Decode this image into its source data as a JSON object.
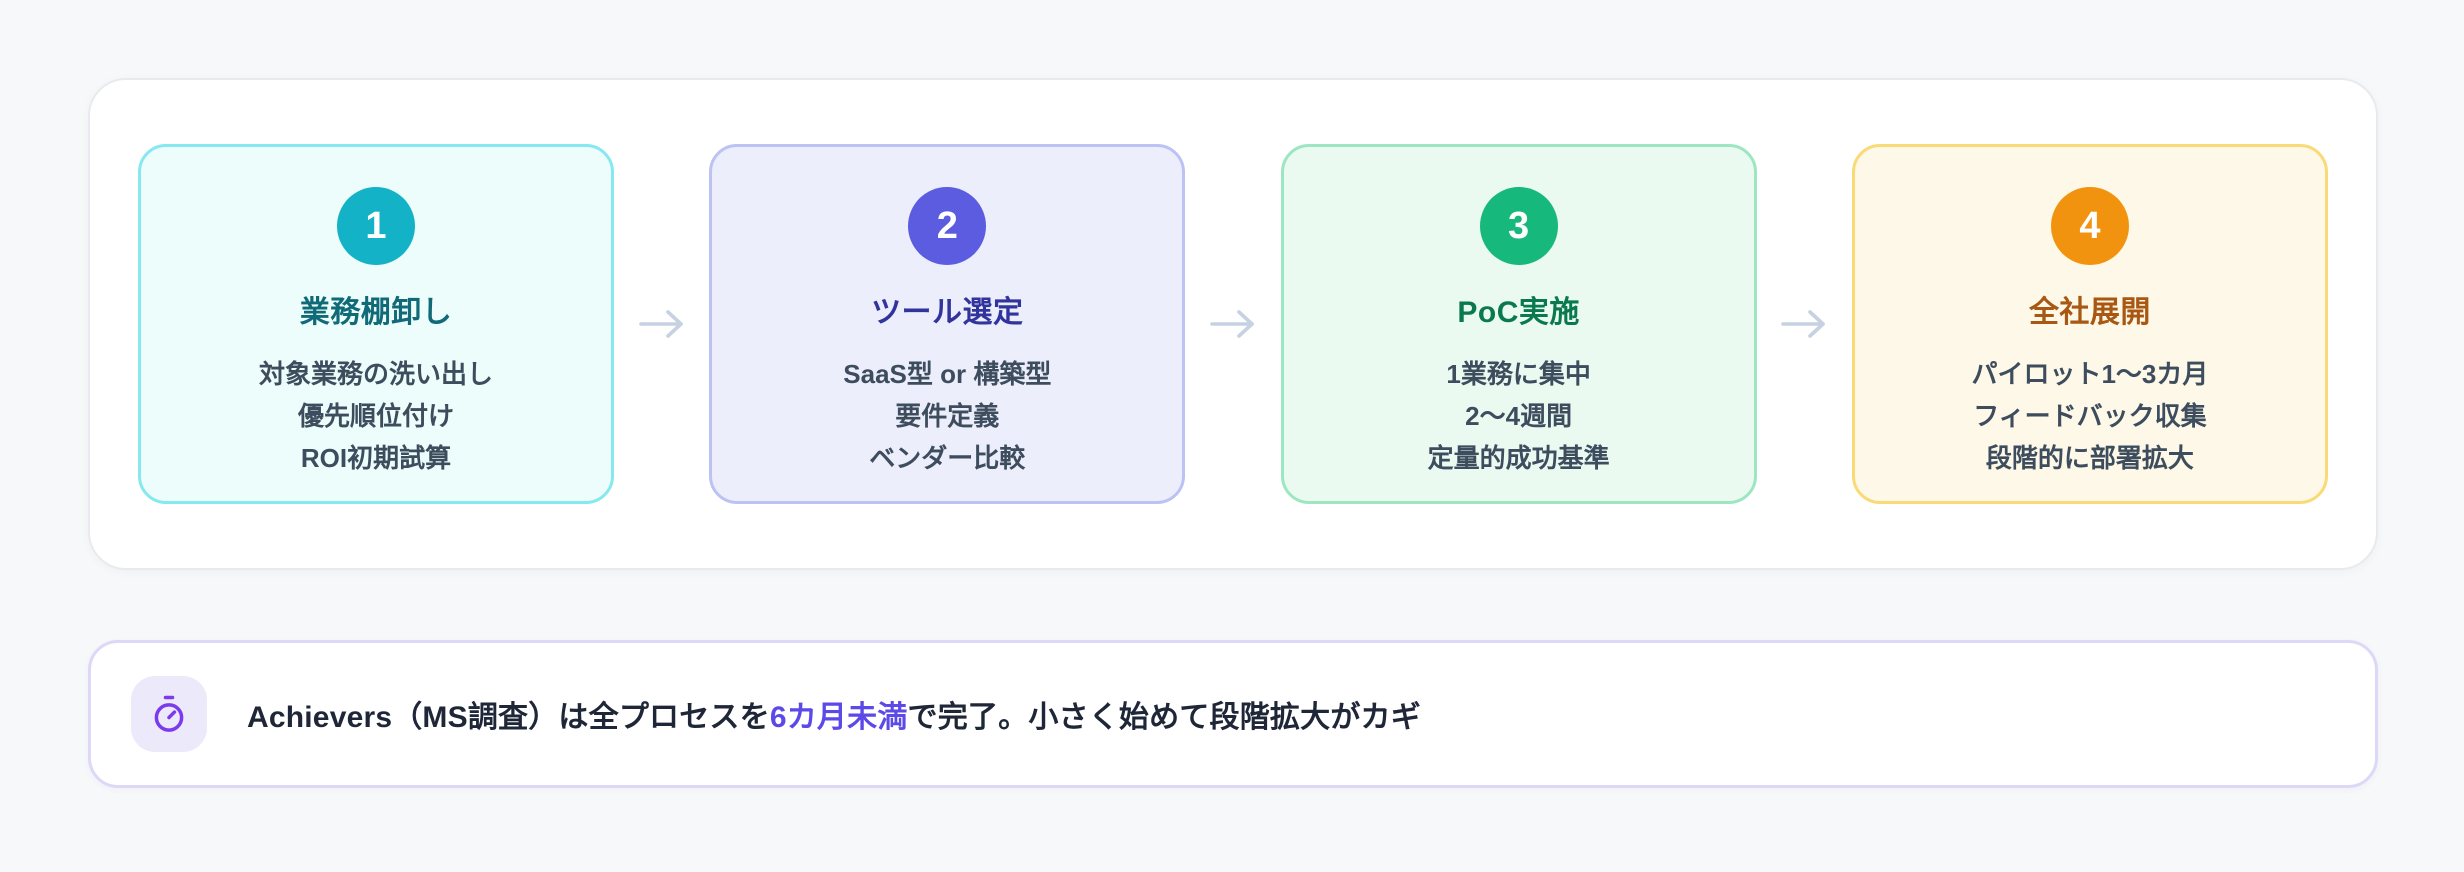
{
  "background_color": "#f7f8fa",
  "flow": {
    "steps": [
      {
        "number": "1",
        "title": "業務棚卸し",
        "lines": [
          "対象業務の洗い出し",
          "優先順位付け",
          "ROI初期試算"
        ],
        "badge_color": "#14b2c6",
        "title_color": "#106a78",
        "card_bg": "#ecfdfc",
        "card_border": "#86e9ef"
      },
      {
        "number": "2",
        "title": "ツール選定",
        "lines": [
          "SaaS型 or 構築型",
          "要件定義",
          "ベンダー比較"
        ],
        "badge_color": "#5b5ce0",
        "title_color": "#32349e",
        "card_bg": "#eceefc",
        "card_border": "#bcc2f4"
      },
      {
        "number": "3",
        "title": "PoC実施",
        "lines": [
          "1業務に集中",
          "2〜4週間",
          "定量的成功基準"
        ],
        "badge_color": "#17b87c",
        "title_color": "#0a7a4e",
        "card_bg": "#eafaf1",
        "card_border": "#9ce6c2"
      },
      {
        "number": "4",
        "title": "全社展開",
        "lines": [
          "パイロット1〜3カ月",
          "フィードバック収集",
          "段階的に部署拡大"
        ],
        "badge_color": "#f29310",
        "title_color": "#a85812",
        "card_bg": "#fdf8e7",
        "card_border": "#fada77"
      }
    ],
    "connector_icon": "arrow-right-icon",
    "connector_color": "#c6d1e2"
  },
  "note": {
    "icon": "stopwatch-icon",
    "icon_color": "#7c3aed",
    "icon_bg": "#ece9fb",
    "text_before": "Achievers（MS調査）は全プロセスを",
    "text_highlight": "6カ月未満",
    "text_after": "で完了。小さく始めて段階拡大がカギ",
    "highlight_color": "#5b4ae8",
    "border_color": "#ddd8f8"
  }
}
